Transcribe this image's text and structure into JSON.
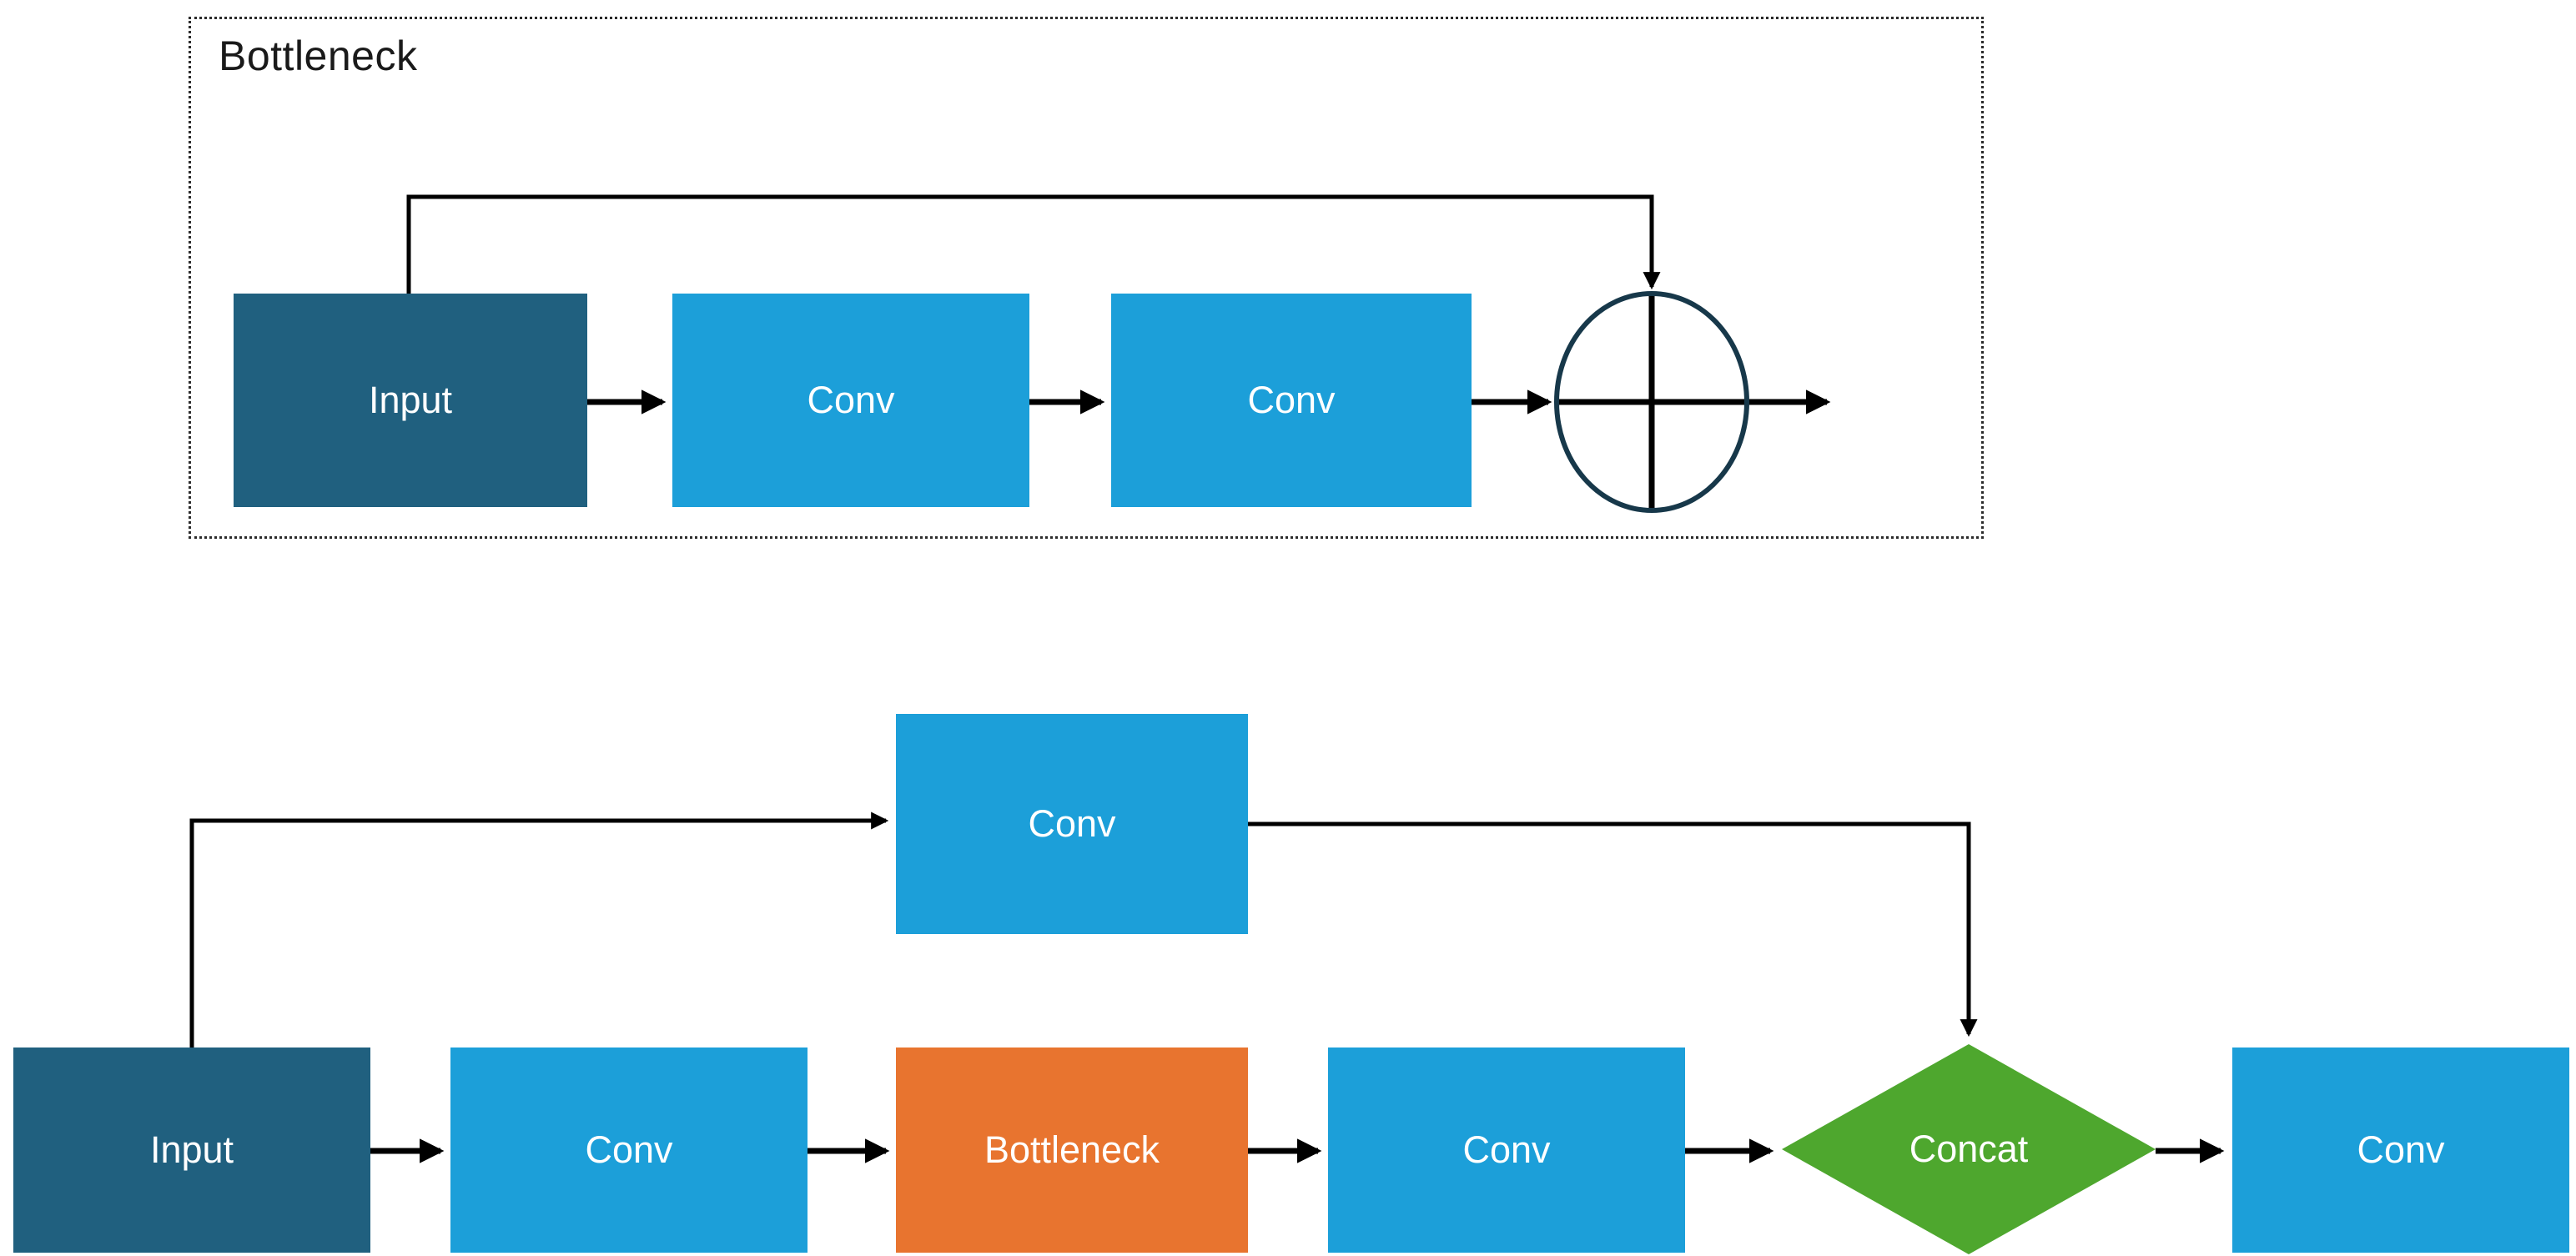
{
  "colors": {
    "background": "#FFFFFF",
    "dark_blue": "#20607F",
    "light_blue": "#1C9FD9",
    "orange": "#E8742F",
    "green": "#4EA72E",
    "line": "#000000",
    "circle_stroke": "#17384A",
    "title_text": "#1A1A1A",
    "box_text": "#FFFFFF"
  },
  "top_section": {
    "title": "Bottleneck",
    "nodes": {
      "input": "Input",
      "conv1": "Conv",
      "conv2": "Conv"
    },
    "add_operator": "element-wise-add"
  },
  "bottom_section": {
    "nodes": {
      "input": "Input",
      "conv1": "Conv",
      "bottleneck": "Bottleneck",
      "conv2": "Conv",
      "concat": "Concat",
      "conv3": "Conv",
      "conv_branch": "Conv"
    }
  }
}
